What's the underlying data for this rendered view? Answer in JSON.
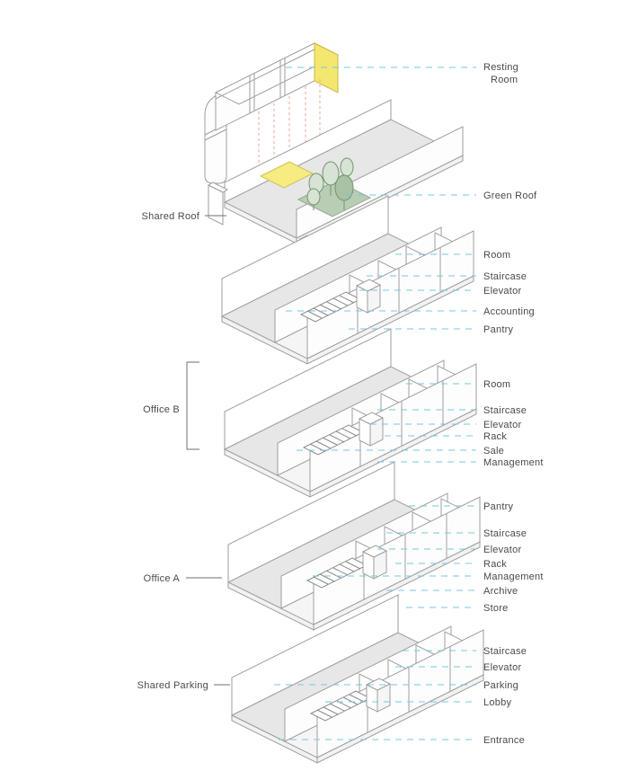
{
  "diagram": {
    "type": "exploded-axonometric-building-diagram",
    "colors": {
      "leader": "#76c7e3",
      "projection": "#e8a59c",
      "highlight": "#f3e770",
      "highlight_patch": "#f6ec82",
      "green_roof": "#b9cdb5",
      "tree_fill": "#d7e3d4",
      "linework": "#9e9e9e",
      "text": "#4a4a4a"
    },
    "zones": [
      {
        "id": "shared-roof",
        "label": "Shared Roof"
      },
      {
        "id": "office-b",
        "label": "Office B"
      },
      {
        "id": "office-a",
        "label": "Office A"
      },
      {
        "id": "shared-parking",
        "label": "Shared Parking"
      }
    ],
    "top": {
      "resting_room_line1": "Resting",
      "resting_room_line2": "Room",
      "green_roof": "Green Roof"
    },
    "floors": [
      {
        "id": "top-floor",
        "rooms": [
          "Room",
          "Staircase",
          "Elevator",
          "Accounting",
          "Pantry"
        ]
      },
      {
        "id": "office-b-floor",
        "rooms": [
          "Room",
          "Staircase",
          "Elevator",
          "Rack",
          "Sale",
          "Management"
        ]
      },
      {
        "id": "office-a-floor",
        "rooms": [
          "Pantry",
          "Staircase",
          "Elevator",
          "Rack",
          "Management",
          "Archive",
          "Store"
        ]
      },
      {
        "id": "ground-floor",
        "rooms": [
          "Staircase",
          "Elevator",
          "Parking",
          "Lobby"
        ]
      }
    ],
    "entrance": "Entrance"
  }
}
